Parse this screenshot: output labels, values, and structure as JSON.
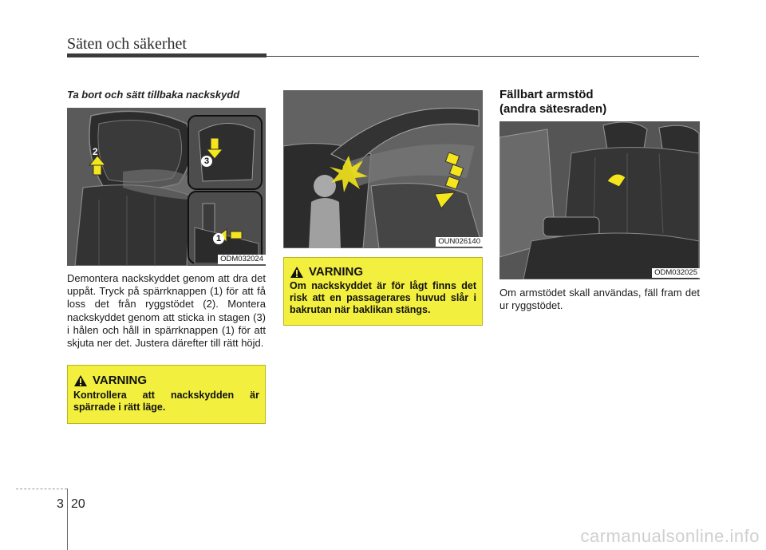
{
  "header": {
    "section_title": "Säten och säkerhet"
  },
  "col1": {
    "subheading": "Ta bort och sätt tillbaka nackskydd",
    "figure_code": "ODM032024",
    "callouts": [
      "2",
      "3",
      "1"
    ],
    "paragraph": "Demontera nackskyddet genom att dra det uppåt. Tryck på spärrknappen (1) för att få loss det från ryggstödet (2). Montera nackskyddet genom att sticka in stagen (3) i hålen och håll in spärrknappen (1) för att skjuta ner det. Justera därefter till rätt höjd.",
    "warning_title": "VARNING",
    "warning_text": "Kontrollera att nackskydden är spärrade i rätt läge."
  },
  "col2": {
    "figure_code": "OUN026140",
    "warning_title": "VARNING",
    "warning_text": "Om nackskyddet är för lågt finns det risk att en passagerares huvud slår i bakrutan när baklikan stängs."
  },
  "col3": {
    "subheading_line1": "Fällbart armstöd",
    "subheading_line2": "(andra sätesraden)",
    "figure_code": "ODM032025",
    "paragraph": "Om armstödet skall användas, fäll fram det ur ryggstödet."
  },
  "footer": {
    "chapter": "3",
    "page": "20",
    "watermark": "carmanualsonline.info"
  },
  "colors": {
    "warning_bg": "#f2ef3f",
    "arrow_yellow": "#f4e51c"
  }
}
